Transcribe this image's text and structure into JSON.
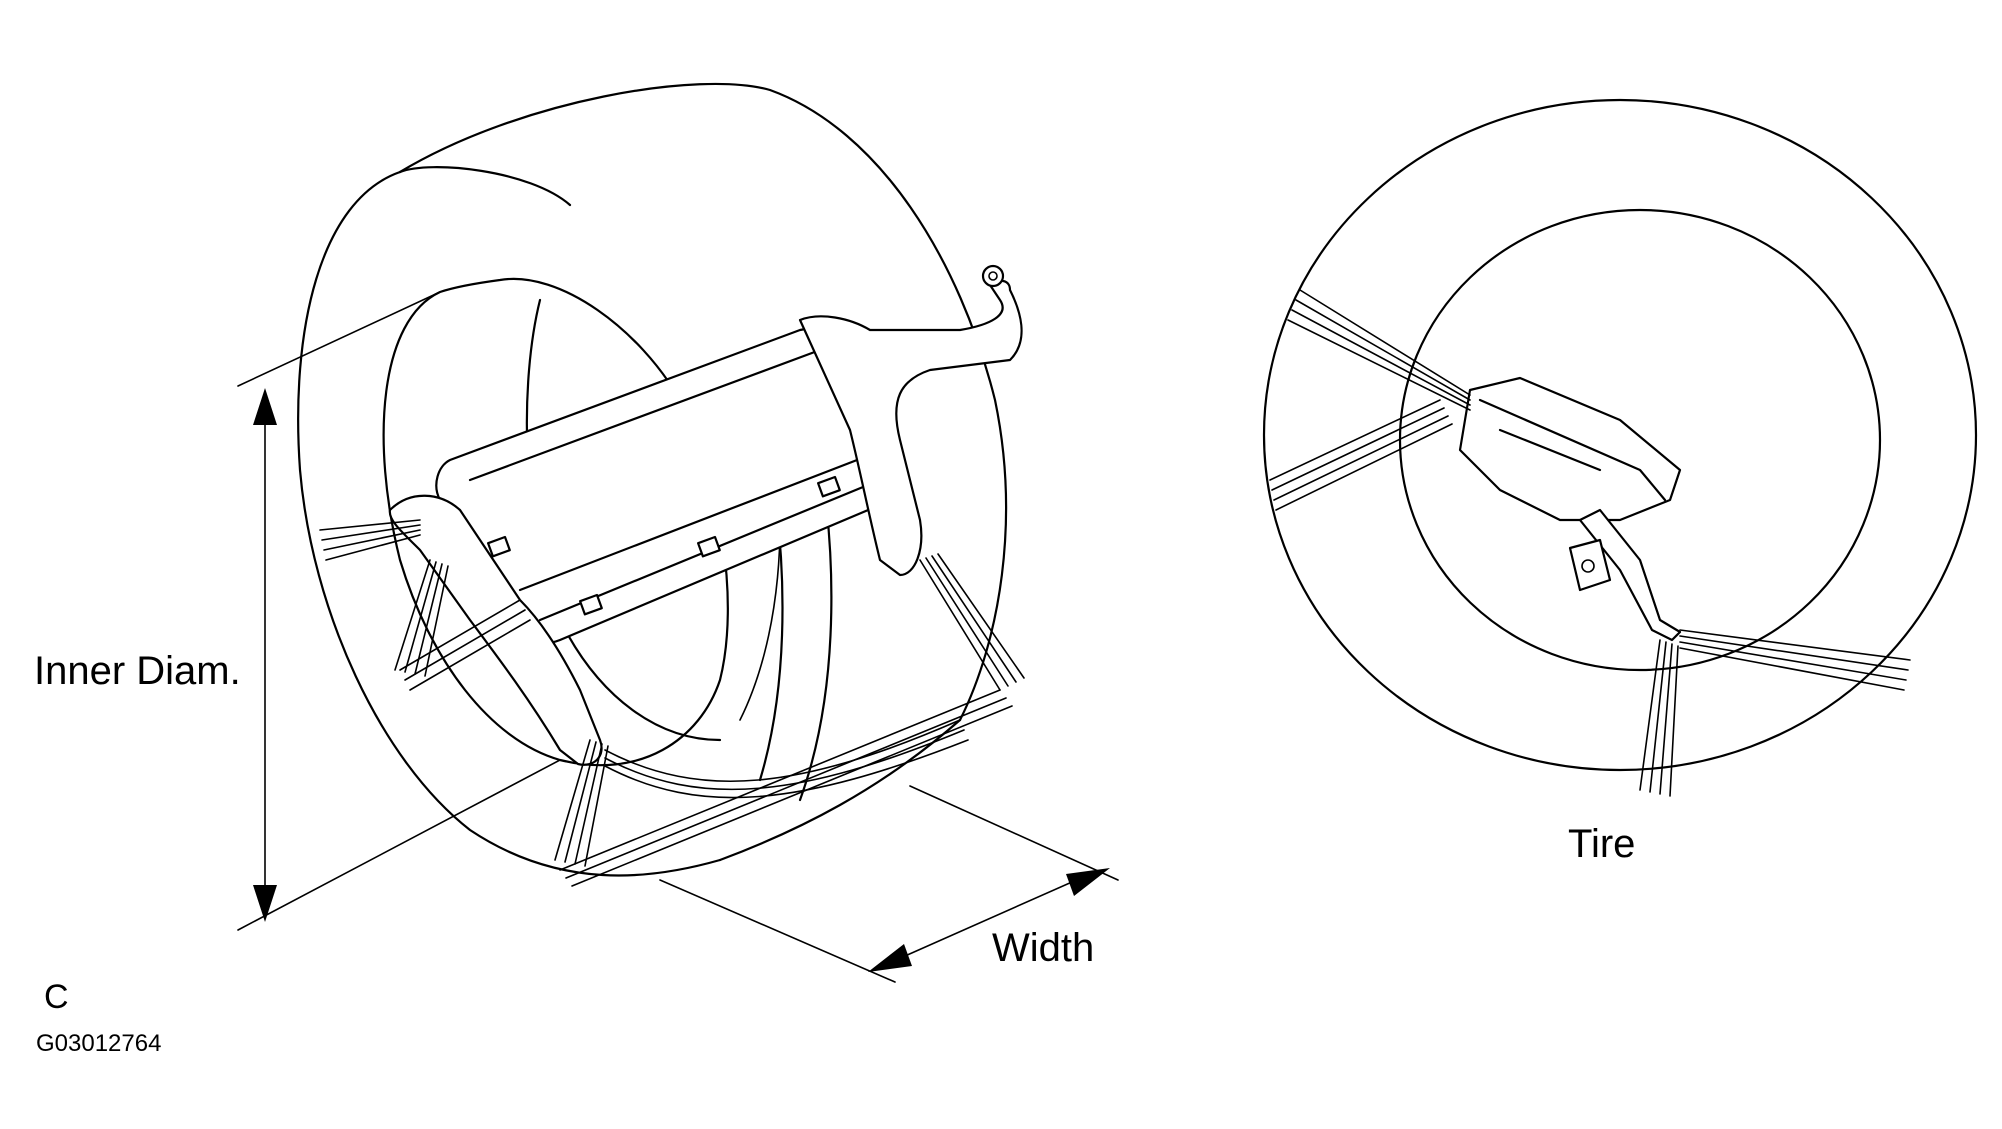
{
  "labels": {
    "inner_diameter": "Inner Diam.",
    "width": "Width",
    "tire": "Tire",
    "figure_letter": "C",
    "figure_code": "G03012764"
  },
  "colors": {
    "line": "#000000",
    "background": "#ffffff"
  }
}
